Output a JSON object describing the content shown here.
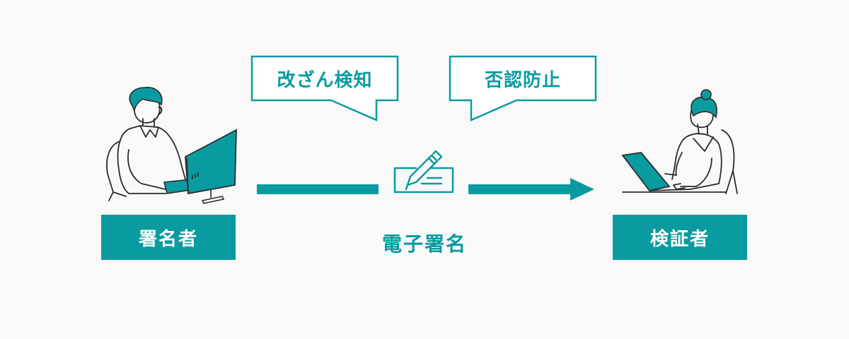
{
  "colors": {
    "accent": "#0a9ba0",
    "line": "#2b2b2b",
    "background": "#f9f9f9"
  },
  "signer": {
    "label": "署名者"
  },
  "verifier": {
    "label": "検証者"
  },
  "signature": {
    "label": "電子署名",
    "icon": "pen-signature-icon"
  },
  "bubbles": {
    "tamper_detection": "改ざん検知",
    "non_repudiation": "否認防止"
  }
}
